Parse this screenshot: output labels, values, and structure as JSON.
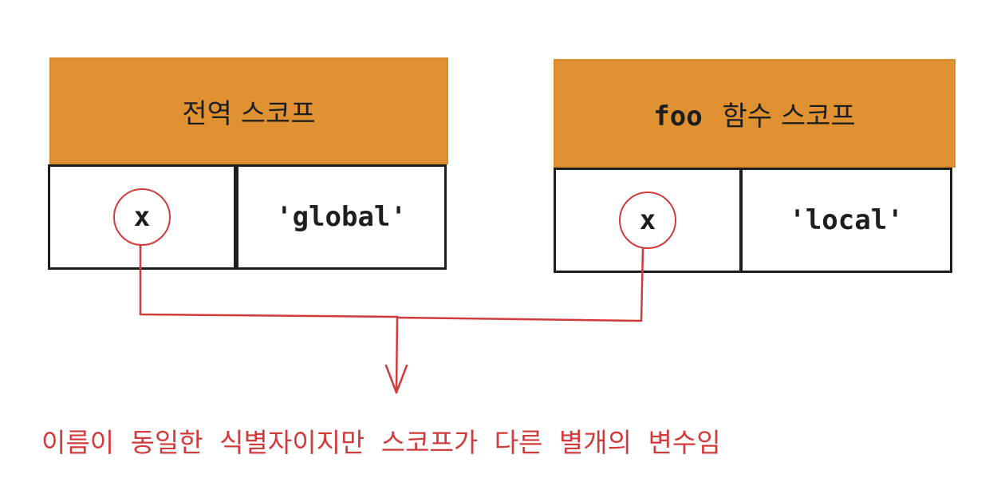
{
  "global_scope": {
    "title": "전역 스코프",
    "identifier": "x",
    "value": "'global'"
  },
  "foo_scope": {
    "title_code": "foo",
    "title_rest": "함수 스코프",
    "identifier": "x",
    "value": "'local'"
  },
  "caption": "이름이 동일한 식별자이지만 스코프가 다른 별개의 변수임",
  "colors": {
    "header": "#e09132",
    "border": "#1e1e1e",
    "annotation": "#d13b3b"
  }
}
